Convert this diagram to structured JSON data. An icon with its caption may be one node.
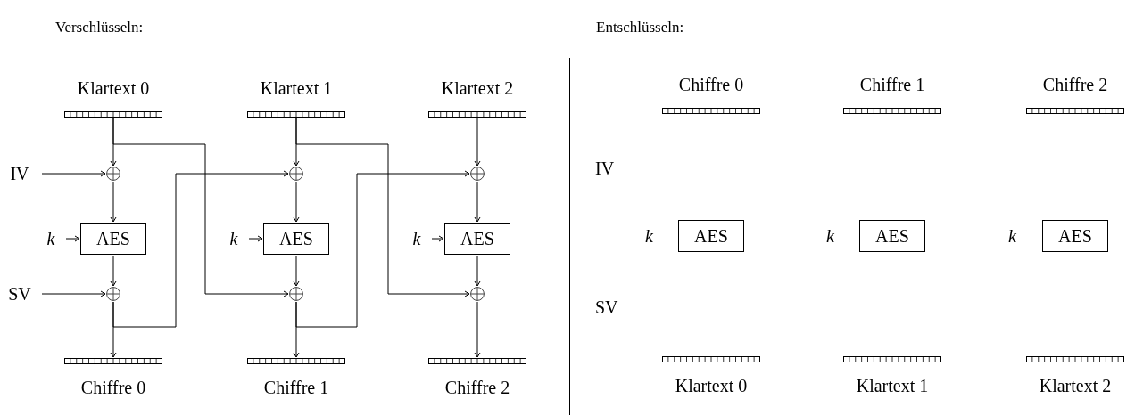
{
  "diagram": {
    "nodes": [
      {
        "text": [
          "Klartext 0"
        ]
      },
      {
        "text": [
          "Klartext 1"
        ]
      },
      {
        "text": [
          "Klartext 2"
        ]
      },
      {
        "text": [
          "IV"
        ]
      },
      {
        "text": [],
        "shape": "circle"
      },
      {
        "text": [],
        "shape": "circle"
      },
      {
        "text": [],
        "shape": "circle"
      },
      {
        "text": [
          "k"
        ]
      },
      {
        "text": [
          "AES"
        ]
      },
      {
        "text": [
          "k"
        ]
      },
      {
        "text": [
          "AES"
        ]
      },
      {
        "text": [
          "k"
        ]
      },
      {
        "text": [
          "AES"
        ]
      },
      {
        "text": [
          "SV"
        ]
      },
      {
        "text": [],
        "shape": "circle"
      },
      {
        "text": [],
        "shape": "circle"
      },
      {
        "text": [],
        "shape": "circle"
      },
      {
        "text": [
          "Chiffre 0"
        ]
      },
      {
        "text": [
          "Chiffre 1"
        ]
      },
      {
        "text": [
          "Chiffre 2"
        ]
      },
      {
        "text": [
          "Chiffre 0"
        ]
      },
      {
        "text": [
          "Chiffre 1"
        ]
      },
      {
        "text": [
          "Chiffre 2"
        ]
      },
      {
        "text": [
          "AES"
        ]
      },
      {
        "text": [
          "AES"
        ]
      },
      {
        "text": [
          "AES"
        ]
      },
      {
        "text": [
          "Klartext 0"
        ]
      },
      {
        "text": [
          "Klartext 1"
        ]
      },
      {
        "text": [
          "Klartext 2"
        ]
      }
    ],
    "edges": [
      {
        "from": 0,
        "to": 4,
        "arrow": "to"
      },
      {
        "from": 0,
        "to": 15,
        "arrow": "to"
      },
      {
        "from": 3,
        "to": 4,
        "arrow": "to"
      },
      {
        "from": 4,
        "to": 8,
        "arrow": "to"
      },
      {
        "from": 7,
        "to": 8,
        "arrow": "to"
      },
      {
        "from": 8,
        "to": 14,
        "arrow": "to"
      },
      {
        "from": 13,
        "to": 14,
        "arrow": "to"
      },
      {
        "from": 14,
        "to": 17,
        "arrow": "to"
      },
      {
        "from": 14,
        "to": 5,
        "arrow": "to"
      },
      {
        "from": 1,
        "to": 5,
        "arrow": "to"
      },
      {
        "from": 1,
        "to": 16,
        "arrow": "to"
      },
      {
        "from": 9,
        "to": 10,
        "arrow": "to"
      },
      {
        "from": 5,
        "to": 10,
        "arrow": "to"
      },
      {
        "from": 10,
        "to": 15,
        "arrow": "to"
      },
      {
        "from": 15,
        "to": 18,
        "arrow": "to"
      },
      {
        "from": 15,
        "to": 6,
        "arrow": "to"
      },
      {
        "from": 2,
        "to": 6,
        "arrow": "to"
      },
      {
        "from": 11,
        "to": 12,
        "arrow": "to"
      },
      {
        "from": 6,
        "to": 12,
        "arrow": "to"
      },
      {
        "from": 12,
        "to": 16,
        "arrow": "to"
      },
      {
        "from": 16,
        "to": 19,
        "arrow": "to"
      }
    ],
    "labels": [
      "Verschlüsseln:",
      "Entschlüsseln:",
      "IV",
      "k",
      "k",
      "k",
      "SV"
    ]
  }
}
